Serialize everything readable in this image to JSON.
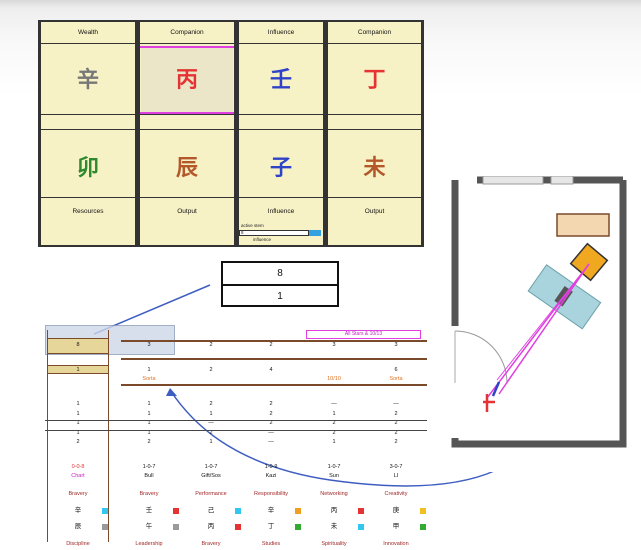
{
  "bazi": {
    "headers": [
      "Wealth",
      "Companion",
      "Influence",
      "Companion"
    ],
    "stems": [
      "辛",
      "丙",
      "壬",
      "丁"
    ],
    "branches": [
      "卯",
      "辰",
      "子",
      "未"
    ],
    "footers": [
      "Resources",
      "Output",
      "Influence",
      "Output"
    ],
    "influence_mini": [
      "active stem",
      "8",
      "influence"
    ],
    "colors": {
      "stem_1": "#777777",
      "stem_2": "#e53333",
      "stem_3": "#2f43c8",
      "stem_4": "#e53333",
      "branch_1": "#2f8a2f",
      "branch_2": "#b3582a",
      "branch_3": "#2f43c8",
      "branch_4": "#b3582a",
      "panel": "#f7f2c6",
      "accent": "#e040e0"
    }
  },
  "number_box": {
    "top": "8",
    "bottom": "1"
  },
  "lower_table": {
    "title_badge": "All Stars & 10/13",
    "row1": [
      "8",
      "3",
      "2",
      "2",
      "3",
      "3"
    ],
    "row2": [
      "1",
      "1",
      "2",
      "4",
      "6"
    ],
    "row2_labels": [
      "Sorta",
      "10/10",
      "Sorta"
    ],
    "grid": [
      [
        "1",
        "1",
        "2",
        "2",
        "—",
        "—"
      ],
      [
        "1",
        "1",
        "1",
        "2",
        "1",
        "2"
      ],
      [
        "1",
        "1",
        "—",
        "2",
        "2",
        "2"
      ],
      [
        "1",
        "1",
        "2",
        "—",
        "2",
        "2"
      ],
      [
        "2",
        "2",
        "1",
        "—",
        "1",
        "2"
      ]
    ],
    "codes": [
      "0-0-8",
      "1-0-7",
      "1-0-7",
      "1-0-9",
      "1-0-7",
      "3-0-7"
    ],
    "code_sub": [
      "Chart",
      "Bull",
      "Gift/Sos",
      "Kazi",
      "Sun",
      "LI"
    ],
    "trait_row1": [
      "Bravery",
      "Bravery",
      "Performance",
      "Responsibility",
      "Networking",
      "Creativity"
    ],
    "chars_row1": [
      "辛",
      "壬",
      "己",
      "辛",
      "丙",
      "庚"
    ],
    "chars_row2": [
      "辰",
      "午",
      "丙",
      "丁",
      "未",
      "甲"
    ],
    "trait_row2": [
      "Discipline",
      "Leadership",
      "Bravery",
      "Studies",
      "Spirituality",
      "Innovation"
    ],
    "swatch_colors": [
      "#33c6ee",
      "#e53333",
      "#33c6ee",
      "#f0a020",
      "#e53333",
      "#f0c020",
      "#9a9a9a",
      "#9a9a9a",
      "#e53333",
      "#33aa33",
      "#33c6ee",
      "#33aa33"
    ]
  }
}
